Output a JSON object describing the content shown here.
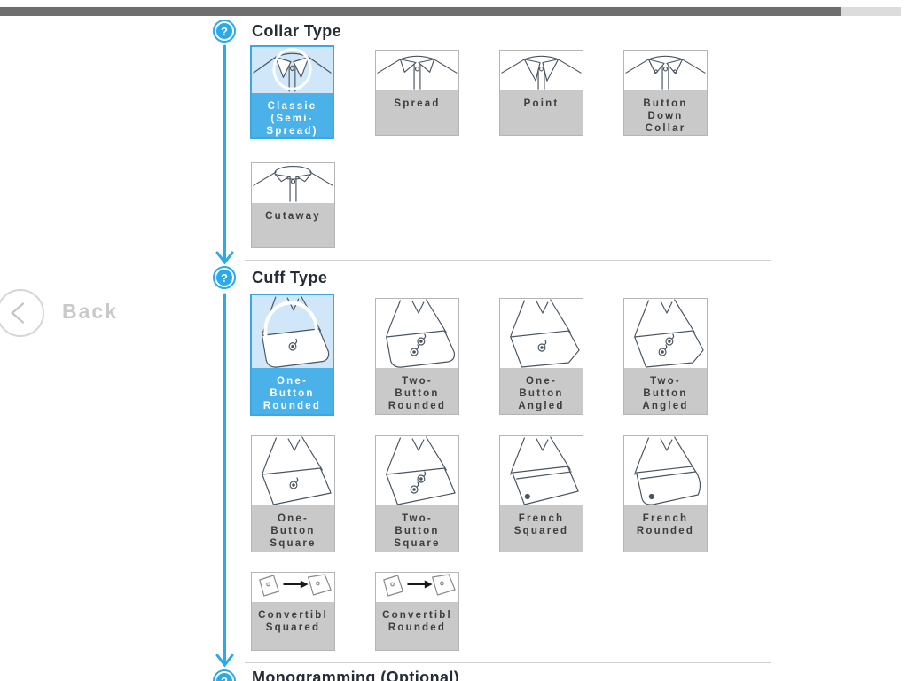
{
  "help_glyph": "?",
  "back": {
    "label": "Back"
  },
  "colors": {
    "accent_blue": "#2ba9e8",
    "selected_border": "#36a9e6",
    "selected_label_bg": "#4bb2e9",
    "selected_image_bg": "#cfe7f8",
    "tile_label_bg": "#c9c9c9",
    "scrollbar_thumb": "#6e6e6e"
  },
  "sections": [
    {
      "title": "Collar Type",
      "options": [
        {
          "label": "Classic\n(Semi-\nSpread)",
          "icon": "collar-classic",
          "selected": true
        },
        {
          "label": "Spread",
          "icon": "collar-spread",
          "selected": false
        },
        {
          "label": "Point",
          "icon": "collar-point",
          "selected": false
        },
        {
          "label": "Button\nDown\nCollar",
          "icon": "collar-buttondown",
          "selected": false
        },
        {
          "label": "Cutaway",
          "icon": "collar-cutaway",
          "selected": false
        }
      ]
    },
    {
      "title": "Cuff Type",
      "options": [
        {
          "label": "One-\nButton\nRounded",
          "icon": "cuff-rounded-1",
          "selected": true
        },
        {
          "label": "Two-\nButton\nRounded",
          "icon": "cuff-rounded-2",
          "selected": false
        },
        {
          "label": "One-\nButton\nAngled",
          "icon": "cuff-angled-1",
          "selected": false
        },
        {
          "label": "Two-\nButton\nAngled",
          "icon": "cuff-angled-2",
          "selected": false
        },
        {
          "label": "One-\nButton\nSquare",
          "icon": "cuff-square-1",
          "selected": false
        },
        {
          "label": "Two-\nButton\nSquare",
          "icon": "cuff-square-2",
          "selected": false
        },
        {
          "label": "French\nSquared",
          "icon": "cuff-french-squared",
          "selected": false
        },
        {
          "label": "French\nRounded",
          "icon": "cuff-french-rounded",
          "selected": false
        },
        {
          "label": "Convertibl\nSquared",
          "icon": "cuff-convertible-squared",
          "selected": false
        },
        {
          "label": "Convertibl\nRounded",
          "icon": "cuff-convertible-rounded",
          "selected": false
        }
      ]
    },
    {
      "title": "Monogramming (Optional)"
    }
  ]
}
